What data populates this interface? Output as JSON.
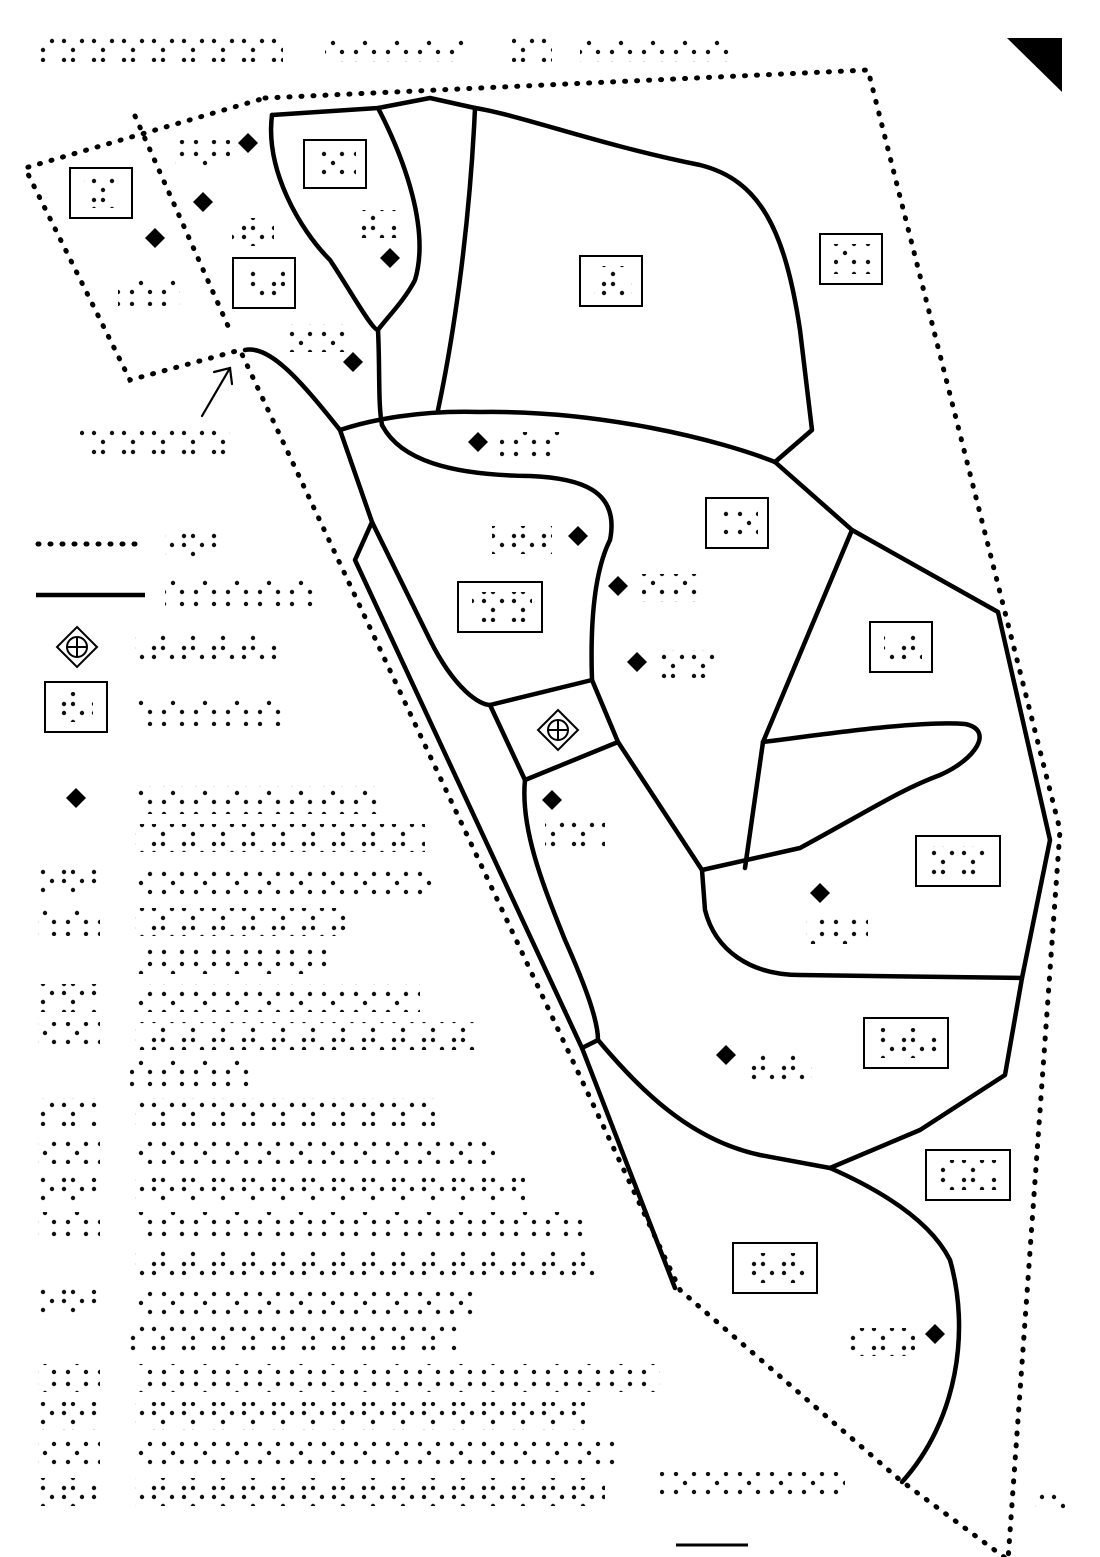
{
  "map": {
    "corner_marker": "orientation-corner-triangle",
    "colors": {
      "ink": "#000000",
      "paper": "#ffffff"
    },
    "legend": [
      {
        "symbol": "dotted-line",
        "meaning": ""
      },
      {
        "symbol": "solid-line",
        "meaning": ""
      },
      {
        "symbol": "circled-plus",
        "meaning": ""
      },
      {
        "symbol": "framed-box",
        "meaning": ""
      },
      {
        "symbol": "diamond",
        "meaning": ""
      }
    ],
    "icons": [
      "diamond-icon",
      "circled-plus-icon",
      "arrow-icon",
      "triangle-icon"
    ]
  }
}
